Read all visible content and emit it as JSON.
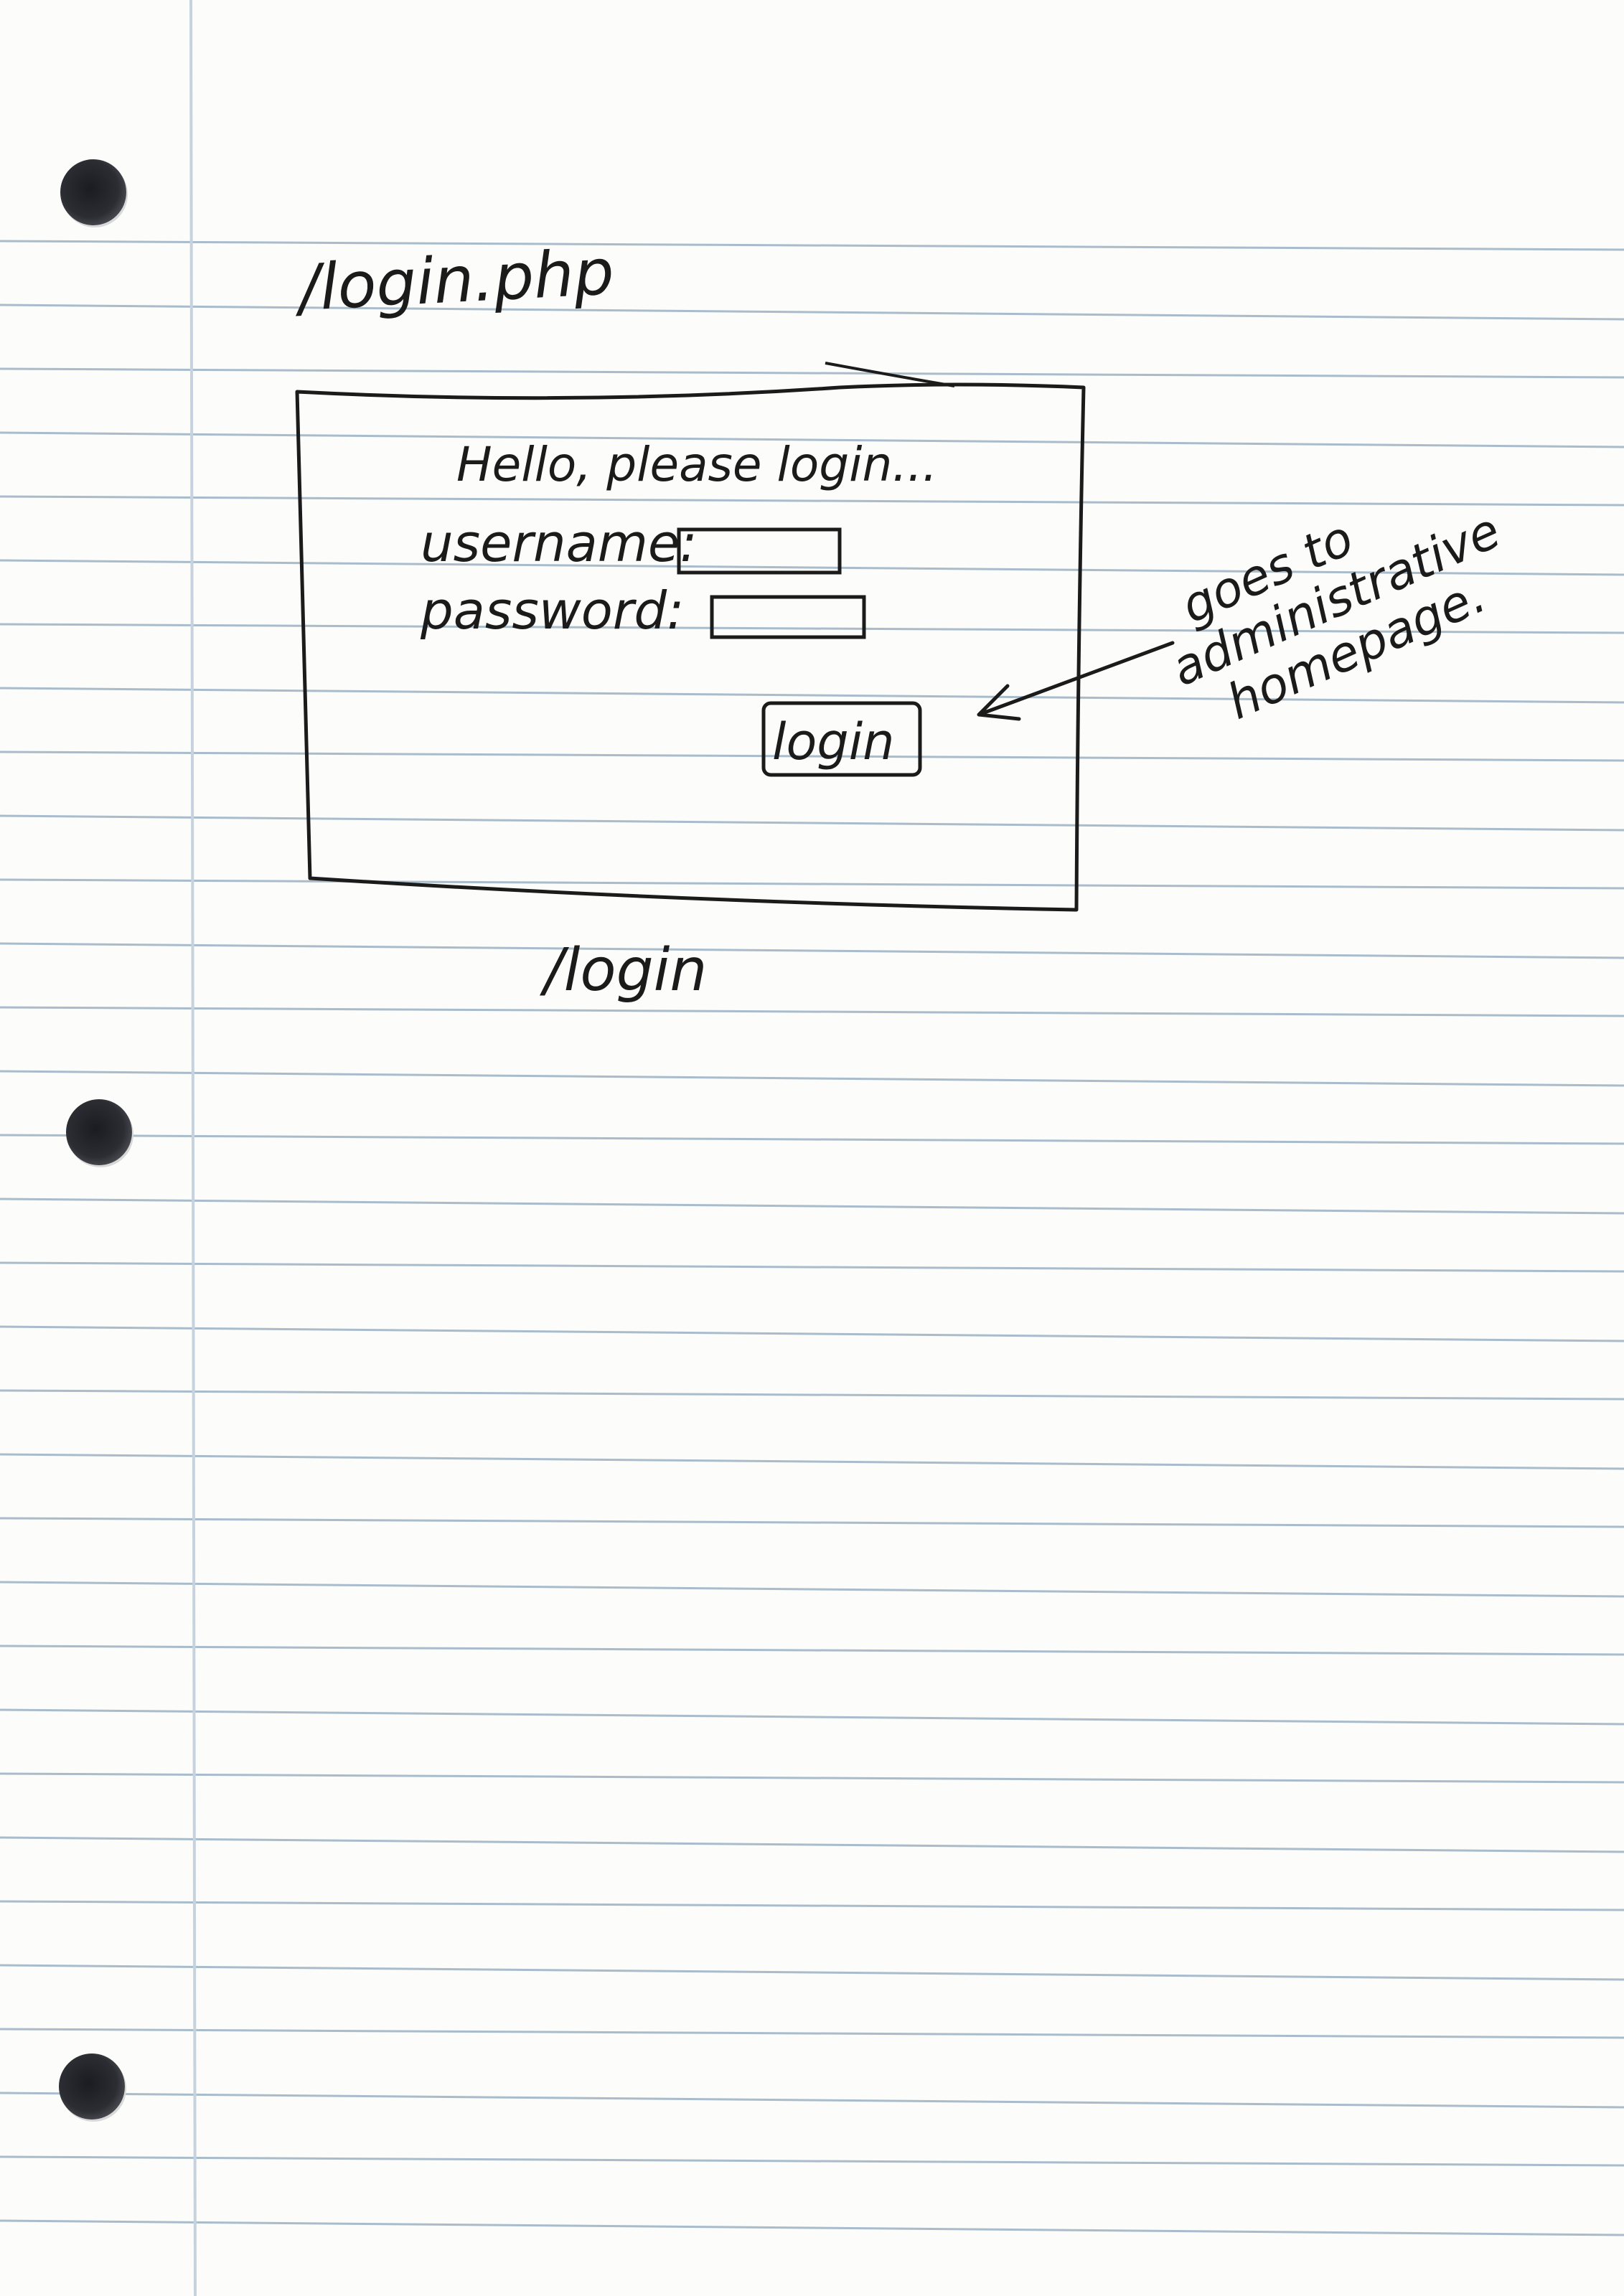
{
  "sketch": {
    "file_label": "/login.php",
    "greeting": "Hello, please login...",
    "username_label": "username:",
    "password_label": "password:",
    "login_button_label": "login",
    "route_label": "/login",
    "annotation_lines": [
      "goes to",
      "administrative",
      "homepage."
    ]
  },
  "colors": {
    "paper": "#fcfcfa",
    "rule_line": "#a9bccb",
    "margin_line": "#c6d3de",
    "ink": "#1b1b1b"
  }
}
